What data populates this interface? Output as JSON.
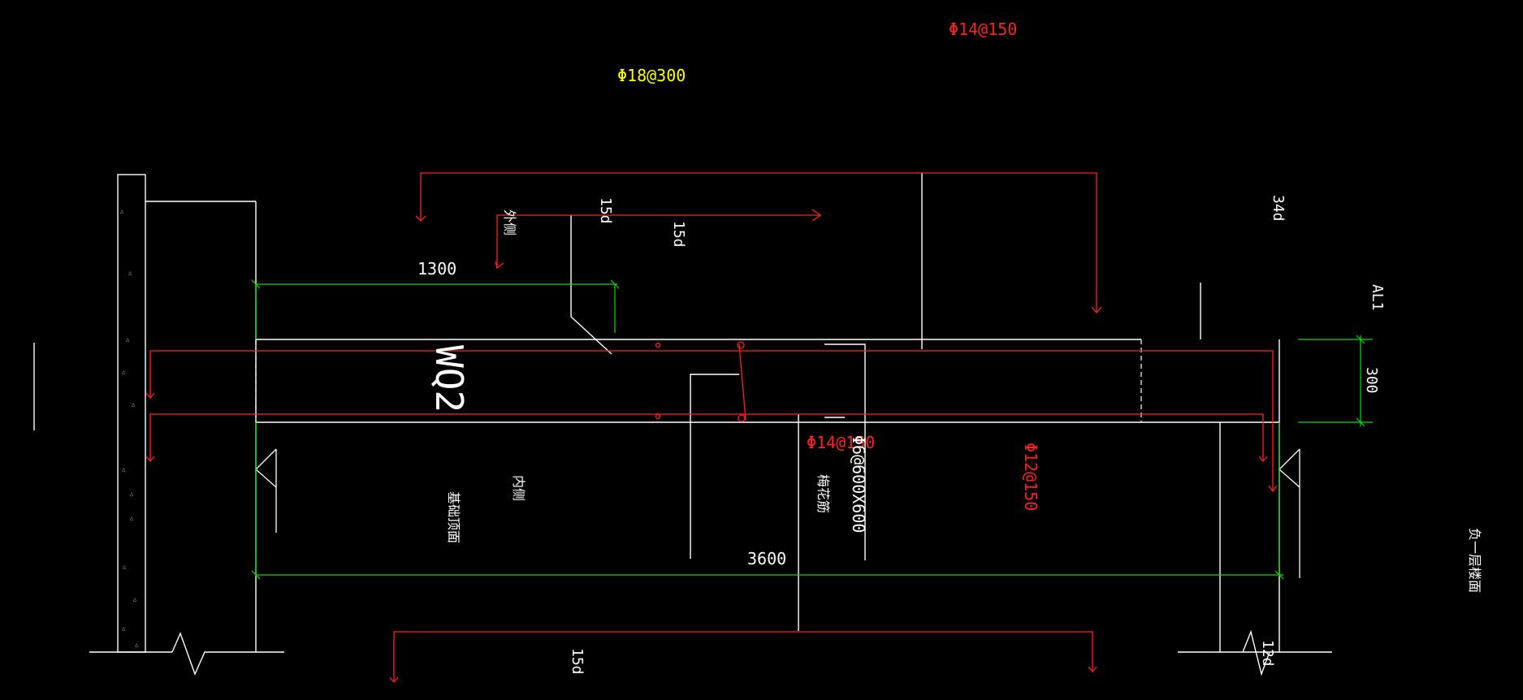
{
  "drawing": {
    "rebar_top_red": "Φ14@150",
    "rebar_top_yellow": "Φ18@300",
    "dim_15d_top": "15d",
    "dim_15d_inner": "15d",
    "dim_15d_bottom": "15d",
    "dim_34d": "34d",
    "dim_12d": "12d",
    "label_outer": "外侧",
    "label_inner": "内侧",
    "dim_1300": "1300",
    "dim_3600": "3600",
    "dim_300": "300",
    "wall_tag": "WQ2",
    "beam_tag": "AL1",
    "rebar_mid": "Φ14@150",
    "rebar_right": "Φ12@150",
    "tie_bar_spec": "Φ6@600X600",
    "tie_bar_label": "梅花筋",
    "foundation_top": "基础顶面",
    "floor_surface": "负一层楼面"
  },
  "colors": {
    "background": "#000000",
    "line": "#ffffff",
    "rebar": "#ff0000",
    "dimension": "#00ff00",
    "yellow_text": "#ffff00",
    "red_text": "#ff0000"
  }
}
